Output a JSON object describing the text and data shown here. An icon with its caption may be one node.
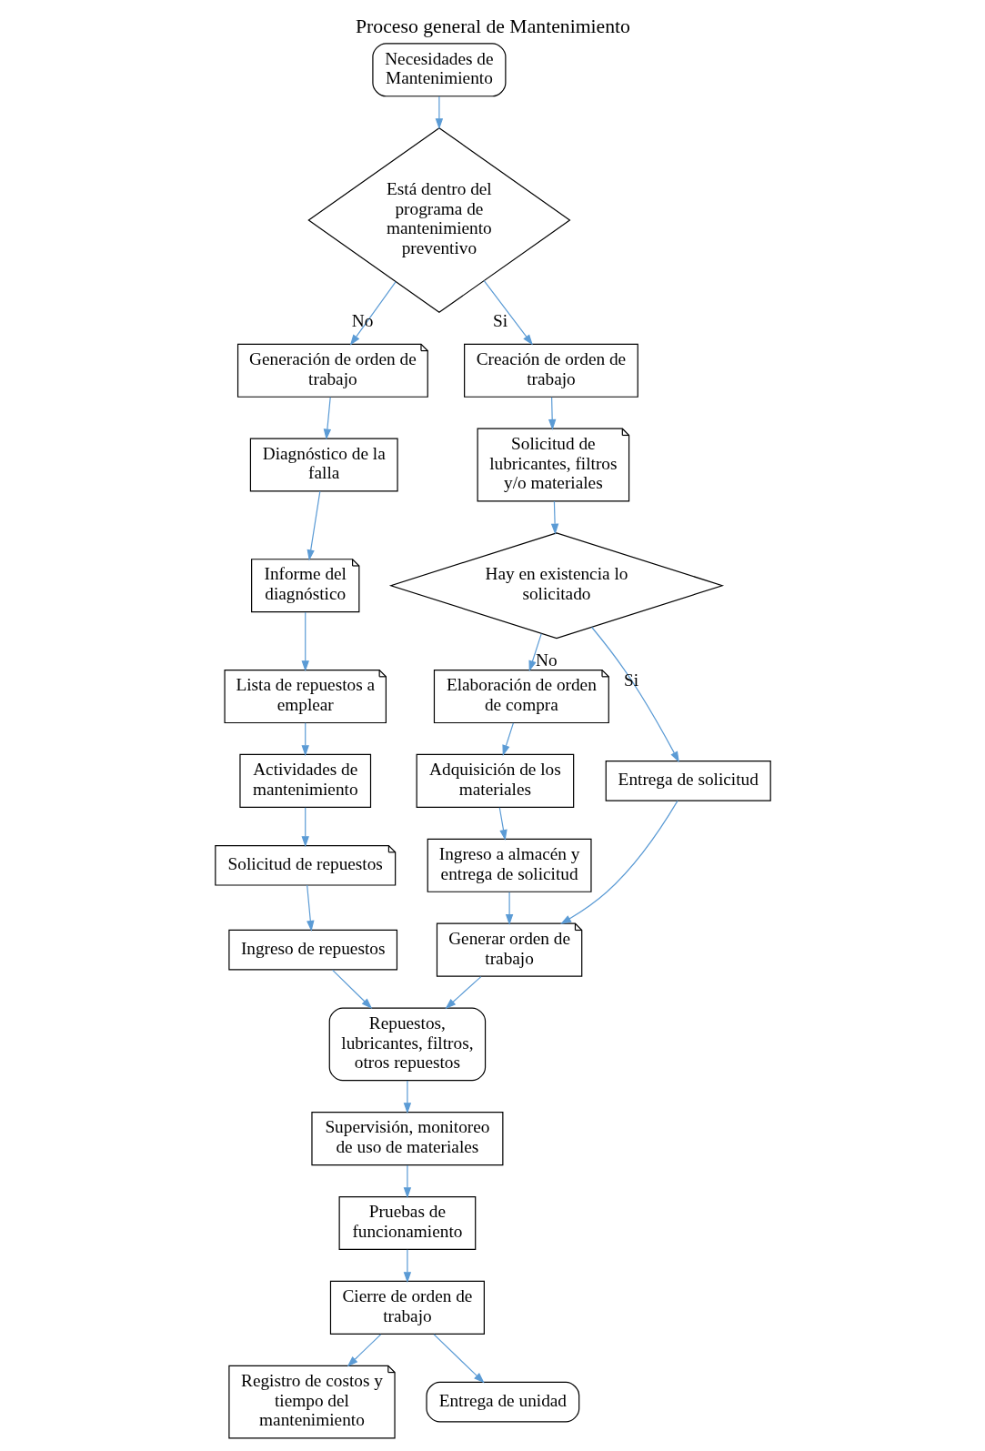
{
  "diagram": {
    "title": "Proceso general de Mantenimiento",
    "nodes": [
      {
        "text": [
          "Necesidades de Mantenimiento"
        ]
      },
      {
        "text": [
          "Está dentro del programa de mantenimiento preventivo"
        ]
      },
      {
        "text": [
          "Generación de orden de trabajo"
        ]
      },
      {
        "text": [
          "Creación de orden de trabajo"
        ]
      },
      {
        "text": [
          "Diagnóstico de la falla"
        ]
      },
      {
        "text": [
          "Informe del diagnóstico"
        ]
      },
      {
        "text": [
          "Solicitud de lubricantes, filtros y/o materiales"
        ]
      },
      {
        "text": [
          "Lista de repuestos a emplear"
        ]
      },
      {
        "text": [
          "Hay en existencia lo solicitado"
        ]
      },
      {
        "text": [
          "Elaboración de orden de compra"
        ]
      },
      {
        "text": [
          "Actividades de mantenimiento"
        ]
      },
      {
        "text": [
          "Adquisición de los materiales"
        ]
      },
      {
        "text": [
          "Solicitud de repuestos"
        ]
      },
      {
        "text": [
          "Entrega de solicitud"
        ]
      },
      {
        "text": [
          "Ingreso a almacén y entrega de solicitud"
        ]
      },
      {
        "text": [
          "Ingreso de repuestos"
        ]
      },
      {
        "text": [
          "Generar orden de trabajo"
        ]
      },
      {
        "text": [
          "Repuestos, lubricantes, filtros, otros repuestos"
        ]
      },
      {
        "text": [
          "Supervisión, monitoreo de uso de materiales"
        ]
      },
      {
        "text": [
          "Pruebas de funcionamiento"
        ]
      },
      {
        "text": [
          "Registro de costos y tiempo del mantenimiento"
        ]
      },
      {
        "text": [
          "Cierre de orden de trabajo"
        ]
      },
      {
        "text": [
          "Entrega de unidad"
        ]
      }
    ],
    "edges": [
      {
        "from": 0,
        "to": 1,
        "arrow": "to"
      },
      {
        "from": 1,
        "to": 2,
        "arrow": "to",
        "label": "No"
      },
      {
        "from": 1,
        "to": 3,
        "arrow": "to",
        "label": "Si"
      },
      {
        "from": 2,
        "to": 4,
        "arrow": "to"
      },
      {
        "from": 4,
        "to": 5,
        "arrow": "to"
      },
      {
        "from": 5,
        "to": 7,
        "arrow": "to"
      },
      {
        "from": 7,
        "to": 10,
        "arrow": "to"
      },
      {
        "from": 10,
        "to": 12,
        "arrow": "to"
      },
      {
        "from": 12,
        "to": 15,
        "arrow": "to"
      },
      {
        "from": 3,
        "to": 6,
        "arrow": "to"
      },
      {
        "from": 6,
        "to": 8,
        "arrow": "to"
      },
      {
        "from": 8,
        "to": 9,
        "arrow": "to",
        "label": "No"
      },
      {
        "from": 8,
        "to": 13,
        "arrow": "to",
        "label": "Si"
      },
      {
        "from": 9,
        "to": 11,
        "arrow": "to"
      },
      {
        "from": 11,
        "to": 14,
        "arrow": "to"
      },
      {
        "from": 13,
        "to": 16,
        "arrow": "to"
      },
      {
        "from": 14,
        "to": 16,
        "arrow": "to"
      },
      {
        "from": 16,
        "to": 17,
        "arrow": "to"
      },
      {
        "from": 15,
        "to": 17,
        "arrow": "to"
      },
      {
        "from": 17,
        "to": 18,
        "arrow": "to"
      },
      {
        "from": 18,
        "to": 19,
        "arrow": "to"
      },
      {
        "from": 19,
        "to": 21,
        "arrow": "to"
      },
      {
        "from": 21,
        "to": 20,
        "arrow": "to"
      },
      {
        "from": 21,
        "to": 22,
        "arrow": "to"
      }
    ]
  }
}
